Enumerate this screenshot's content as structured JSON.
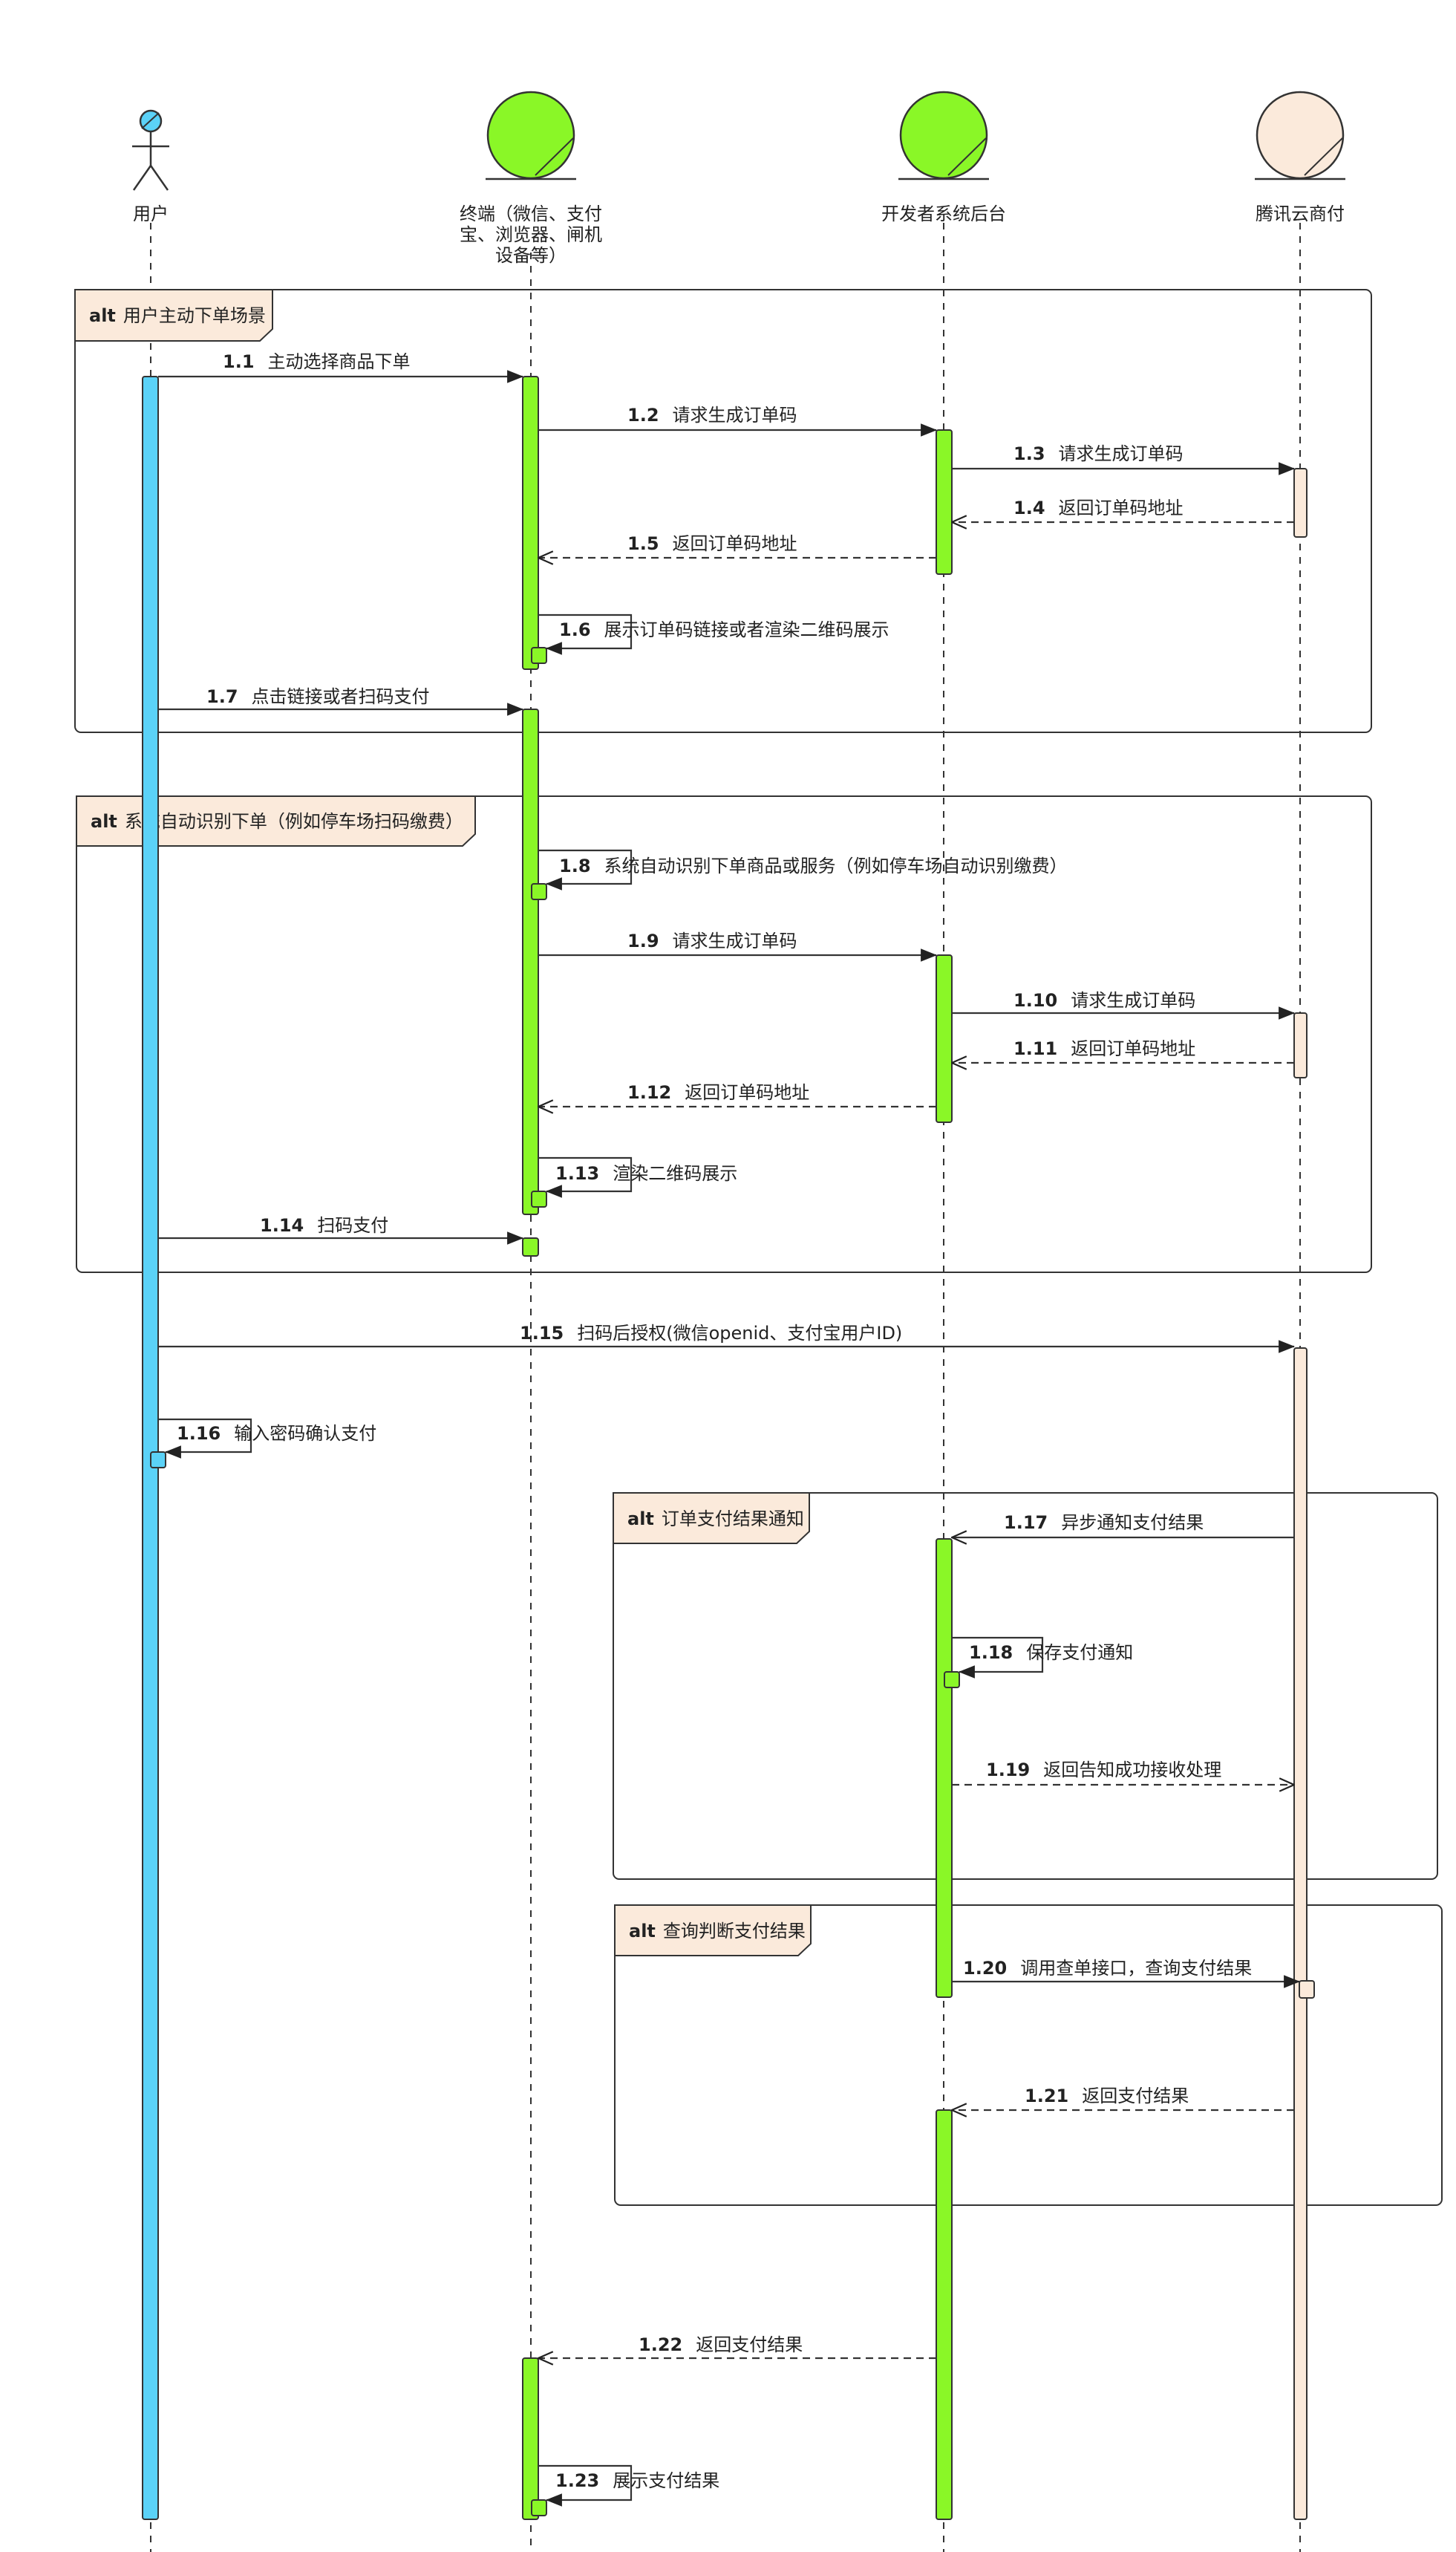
{
  "colors": {
    "user": "#5bd2f7",
    "terminal": "#8af727",
    "backend": "#8af727",
    "merchant": "#fbeadb",
    "tab": "#fbeadb",
    "line": "#333333"
  },
  "participants": [
    {
      "id": "user",
      "label": "用户",
      "kind": "actor-icon"
    },
    {
      "id": "terminal",
      "label": "终端（微信、支付宝、浏览器、闸机设备等）",
      "kind": "entity-icon"
    },
    {
      "id": "backend",
      "label": "开发者系统后台",
      "kind": "entity-icon"
    },
    {
      "id": "merchant",
      "label": "腾讯云商付",
      "kind": "entity-icon"
    }
  ],
  "fragments": [
    {
      "keyword": "alt",
      "label": "用户主动下单场景"
    },
    {
      "keyword": "alt",
      "label": "系统自动识别下单（例如停车场扫码缴费）"
    },
    {
      "keyword": "alt",
      "label": "订单支付结果通知"
    },
    {
      "keyword": "alt",
      "label": "查询判断支付结果"
    }
  ],
  "messages": [
    {
      "num": "1.1",
      "text": "主动选择商品下单",
      "from": "user",
      "to": "terminal",
      "kind": "call"
    },
    {
      "num": "1.2",
      "text": "请求生成订单码",
      "from": "terminal",
      "to": "backend",
      "kind": "call"
    },
    {
      "num": "1.3",
      "text": "请求生成订单码",
      "from": "backend",
      "to": "merchant",
      "kind": "call"
    },
    {
      "num": "1.4",
      "text": "返回订单码地址",
      "from": "merchant",
      "to": "backend",
      "kind": "return"
    },
    {
      "num": "1.5",
      "text": "返回订单码地址",
      "from": "backend",
      "to": "terminal",
      "kind": "return"
    },
    {
      "num": "1.6",
      "text": "展示订单码链接或者渲染二维码展示",
      "from": "terminal",
      "to": "terminal",
      "kind": "self"
    },
    {
      "num": "1.7",
      "text": "点击链接或者扫码支付",
      "from": "user",
      "to": "terminal",
      "kind": "call"
    },
    {
      "num": "1.8",
      "text": "系统自动识别下单商品或服务（例如停车场自动识别缴费）",
      "from": "terminal",
      "to": "terminal",
      "kind": "self"
    },
    {
      "num": "1.9",
      "text": "请求生成订单码",
      "from": "terminal",
      "to": "backend",
      "kind": "call"
    },
    {
      "num": "1.10",
      "text": "请求生成订单码",
      "from": "backend",
      "to": "merchant",
      "kind": "call"
    },
    {
      "num": "1.11",
      "text": "返回订单码地址",
      "from": "merchant",
      "to": "backend",
      "kind": "return"
    },
    {
      "num": "1.12",
      "text": "返回订单码地址",
      "from": "backend",
      "to": "terminal",
      "kind": "return"
    },
    {
      "num": "1.13",
      "text": "渲染二维码展示",
      "from": "terminal",
      "to": "terminal",
      "kind": "self"
    },
    {
      "num": "1.14",
      "text": "扫码支付",
      "from": "user",
      "to": "terminal",
      "kind": "call"
    },
    {
      "num": "1.15",
      "text": "扫码后授权(微信openid、支付宝用户ID)",
      "from": "user",
      "to": "merchant",
      "kind": "call"
    },
    {
      "num": "1.16",
      "text": "输入密码确认支付",
      "from": "user",
      "to": "user",
      "kind": "self"
    },
    {
      "num": "1.17",
      "text": "异步通知支付结果",
      "from": "merchant",
      "to": "backend",
      "kind": "call"
    },
    {
      "num": "1.18",
      "text": "保存支付通知",
      "from": "backend",
      "to": "backend",
      "kind": "self"
    },
    {
      "num": "1.19",
      "text": "返回告知成功接收处理",
      "from": "backend",
      "to": "merchant",
      "kind": "return"
    },
    {
      "num": "1.20",
      "text": "调用查单接口，查询支付结果",
      "from": "backend",
      "to": "merchant",
      "kind": "call"
    },
    {
      "num": "1.21",
      "text": "返回支付结果",
      "from": "merchant",
      "to": "backend",
      "kind": "return"
    },
    {
      "num": "1.22",
      "text": "返回支付结果",
      "from": "backend",
      "to": "terminal",
      "kind": "return"
    },
    {
      "num": "1.23",
      "text": "展示支付结果",
      "from": "terminal",
      "to": "terminal",
      "kind": "self"
    }
  ]
}
